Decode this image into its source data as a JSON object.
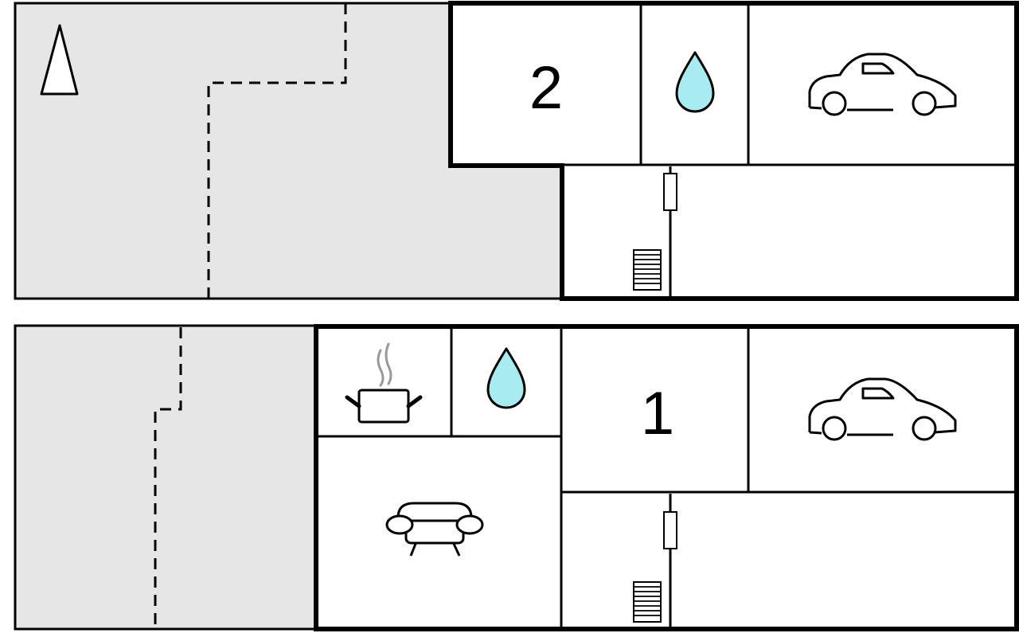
{
  "floors": [
    {
      "id": "upper",
      "room_number": "2",
      "icons": [
        "north-arrow-icon",
        "water-drop-icon",
        "car-icon",
        "stairs-icon",
        "door-icon"
      ]
    },
    {
      "id": "ground",
      "room_number": "1",
      "icons": [
        "cooking-pot-icon",
        "water-drop-icon",
        "car-icon",
        "sofa-icon",
        "stairs-icon",
        "door-icon"
      ]
    }
  ],
  "colors": {
    "outdoor": "#e6e6e6",
    "water": "#a8ecf2",
    "steam": "#999999",
    "wall": "#000000",
    "room": "#ffffff"
  }
}
